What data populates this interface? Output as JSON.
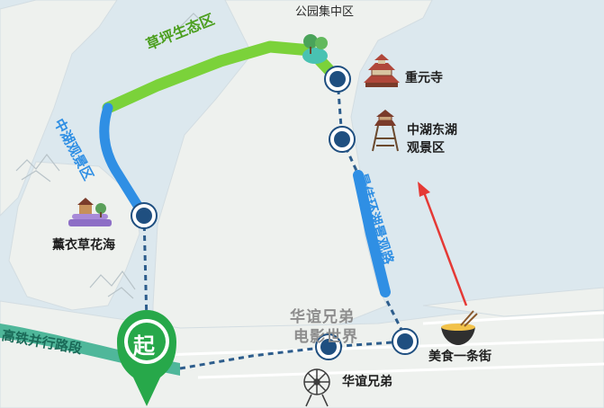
{
  "map": {
    "colors": {
      "water": "#dce8ee",
      "land": "#eef1ee",
      "green_route": "#7bd23a",
      "blue_route": "#2f8fe4",
      "dashed_route": "#2d5d8c",
      "stop_fill": "#1f4f80",
      "start_marker": "#27a84a",
      "arrow": "#e53935",
      "rail_band": "#4fb79a"
    },
    "areas": {
      "park_center": "公园集中区",
      "chongyuan_temple": "重元寺",
      "zhonghu_east_line1": "中湖东湖",
      "zhonghu_east_line2": "观景区",
      "lavender": "薰衣草花海",
      "food_street": "美食一条街",
      "huayi_brothers": "华谊兄弟",
      "huayi_world_line1": "华谊兄弟",
      "huayi_world_line2": "电影世界"
    },
    "routes": {
      "green_segment": "草坪生态区",
      "blue_left_segment": "中湖观景区",
      "blue_right_segment": "最佳环湖景观路",
      "rail_segment": "高铁并行路段"
    },
    "start_marker_label": "起",
    "icons": [
      "pagoda-icon",
      "tower-icon",
      "lavender-field-icon",
      "noodle-bowl-icon",
      "ferris-wheel-icon",
      "park-icon",
      "mountain-icon"
    ]
  }
}
